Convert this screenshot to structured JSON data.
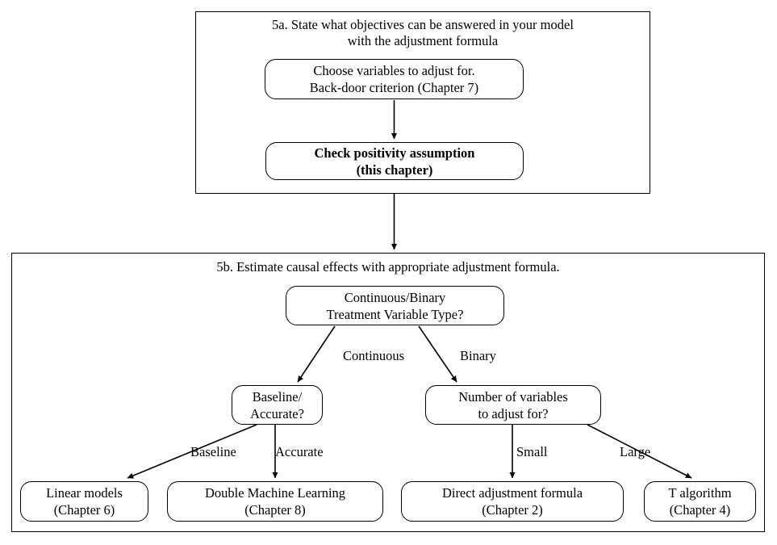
{
  "diagram": {
    "clusters": [
      {
        "id": "cluster-5a",
        "title": "5a. State what objectives can be answered in your model\nwith the adjustment formula"
      },
      {
        "id": "cluster-5b",
        "title": "5b. Estimate causal effects with appropriate adjustment formula."
      }
    ],
    "nodes": [
      {
        "id": "choose-variables",
        "label": "Choose variables to adjust for.\nBack-door criterion (Chapter 7)",
        "bold": false
      },
      {
        "id": "check-positivity",
        "label": "Check positivity assumption\n(this chapter)",
        "bold": true
      },
      {
        "id": "treatment-variable-type",
        "label": "Continuous/Binary\nTreatment Variable Type?",
        "bold": false
      },
      {
        "id": "baseline-accurate",
        "label": "Baseline/\nAccurate?",
        "bold": false
      },
      {
        "id": "number-of-variables",
        "label": "Number of variables\nto adjust for?",
        "bold": false
      },
      {
        "id": "linear-models",
        "label": "Linear models\n(Chapter 6)",
        "bold": false
      },
      {
        "id": "double-machine-learning",
        "label": "Double Machine Learning\n(Chapter 8)",
        "bold": false
      },
      {
        "id": "direct-adjustment-formula",
        "label": "Direct adjustment formula\n(Chapter 2)",
        "bold": false
      },
      {
        "id": "t-algorithm",
        "label": "T algorithm\n(Chapter 4)",
        "bold": false
      }
    ],
    "edge_labels": [
      {
        "id": "edge-label-continuous",
        "label": "Continuous"
      },
      {
        "id": "edge-label-binary",
        "label": "Binary"
      },
      {
        "id": "edge-label-baseline",
        "label": "Baseline"
      },
      {
        "id": "edge-label-accurate",
        "label": "Accurate"
      },
      {
        "id": "edge-label-small",
        "label": "Small"
      },
      {
        "id": "edge-label-large",
        "label": "Large"
      }
    ],
    "colors": {
      "stroke": "#000000",
      "fill": "#ffffff",
      "text": "#000000"
    }
  }
}
